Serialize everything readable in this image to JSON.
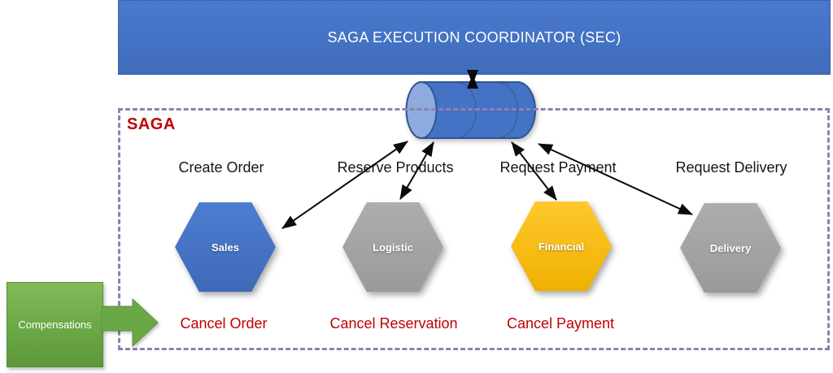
{
  "coordinator": {
    "label": "SAGA EXECUTION COORDINATOR (SEC)"
  },
  "saga": {
    "label": "SAGA"
  },
  "services": [
    {
      "name": "sales",
      "action": "Create Order",
      "hex_label": "Sales",
      "compensation": "Cancel Order",
      "color": "#4472C4"
    },
    {
      "name": "logistic",
      "action": "Reserve Products",
      "hex_label": "Logistic",
      "compensation": "Cancel Reservation",
      "color": "#A6A6A6"
    },
    {
      "name": "financial",
      "action": "Request Payment",
      "hex_label": "Financial",
      "compensation": "Cancel Payment",
      "color": "#FFC000"
    },
    {
      "name": "delivery",
      "action": "Request Delivery",
      "hex_label": "Delivery",
      "compensation": "",
      "color": "#A6A6A6"
    }
  ],
  "compensations": {
    "label": "Compensations"
  },
  "colors": {
    "coordinator_blue": "#4472C4",
    "cylinder_body": "#4472C4",
    "cylinder_cap": "#8FAADC",
    "cylinder_outline": "#2F5597",
    "hex_gray": "#A6A6A6",
    "hex_gold": "#FFC000",
    "compensation_green": "#70AD47",
    "red_text": "#C00000",
    "dashed_border": "#8E81AE",
    "arrow": "#000000"
  }
}
